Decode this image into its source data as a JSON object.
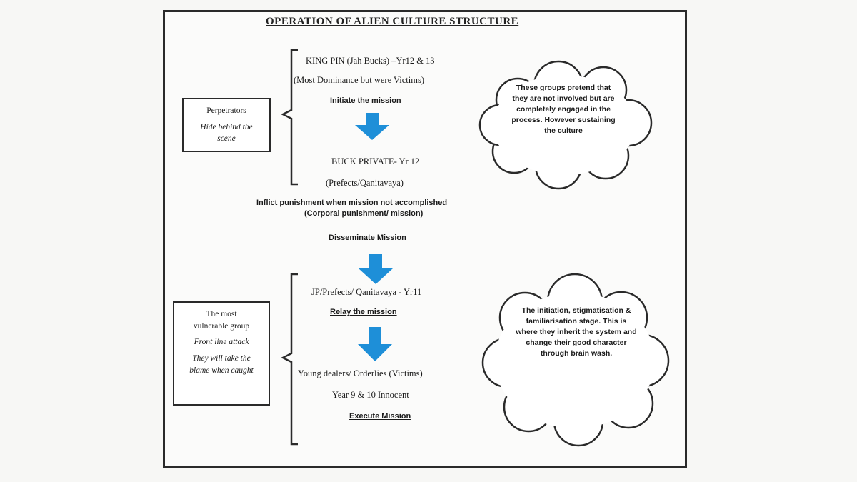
{
  "title": "OPERATION OF ALIEN CULTURE STRUCTURE",
  "top_group": {
    "box": {
      "heading": "Perpetrators",
      "note": "Hide behind the scene"
    },
    "king_pin": "KING PIN (Jah Bucks) –Yr12 & 13",
    "king_pin_note": "(Most Dominance but were Victims)",
    "initiate": "Initiate the mission",
    "buck_private": "BUCK PRIVATE- Yr 12",
    "prefects": "(Prefects/Qanitavaya)",
    "inflict": "Inflict punishment when mission not accomplished",
    "corporal": "(Corporal punishment/ mission)",
    "disseminate": "Disseminate Mission",
    "cloud": "These groups pretend that they are not involved but are completely engaged in the process. However sustaining the culture"
  },
  "bottom_group": {
    "box": {
      "heading": "The most vulnerable group",
      "note1": "Front line attack",
      "note2": "They will take the blame when caught"
    },
    "jp": "JP/Prefects/ Qanitavaya - Yr11",
    "relay": "Relay the mission",
    "young": "Young dealers/ Orderlies (Victims)",
    "year": "Year 9 & 10 Innocent",
    "execute": "Execute Mission",
    "cloud": "The initiation, stigmatisation & familiarisation stage. This is where they inherit the system and change their good character through brain wash."
  },
  "colors": {
    "arrow": "#1e8fd8",
    "line": "#2a2a2a"
  },
  "icons": {
    "arrow": "down-arrow-icon",
    "brace": "left-brace-icon",
    "cloud": "cloud-shape"
  }
}
